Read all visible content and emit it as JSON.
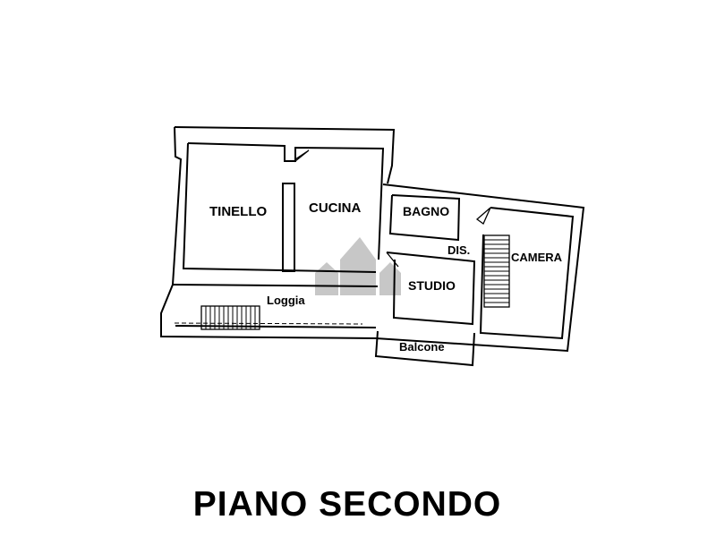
{
  "plan": {
    "rooms": {
      "tinello": "TINELLO",
      "cucina": "CUCINA",
      "bagno": "BAGNO",
      "dis": "DIS.",
      "camera": "CAMERA",
      "studio": "STUDIO",
      "loggia": "Loggia",
      "balcone": "Balcone"
    },
    "watermark_color": "#9a9a9a"
  },
  "title": "PIANO SECONDO"
}
